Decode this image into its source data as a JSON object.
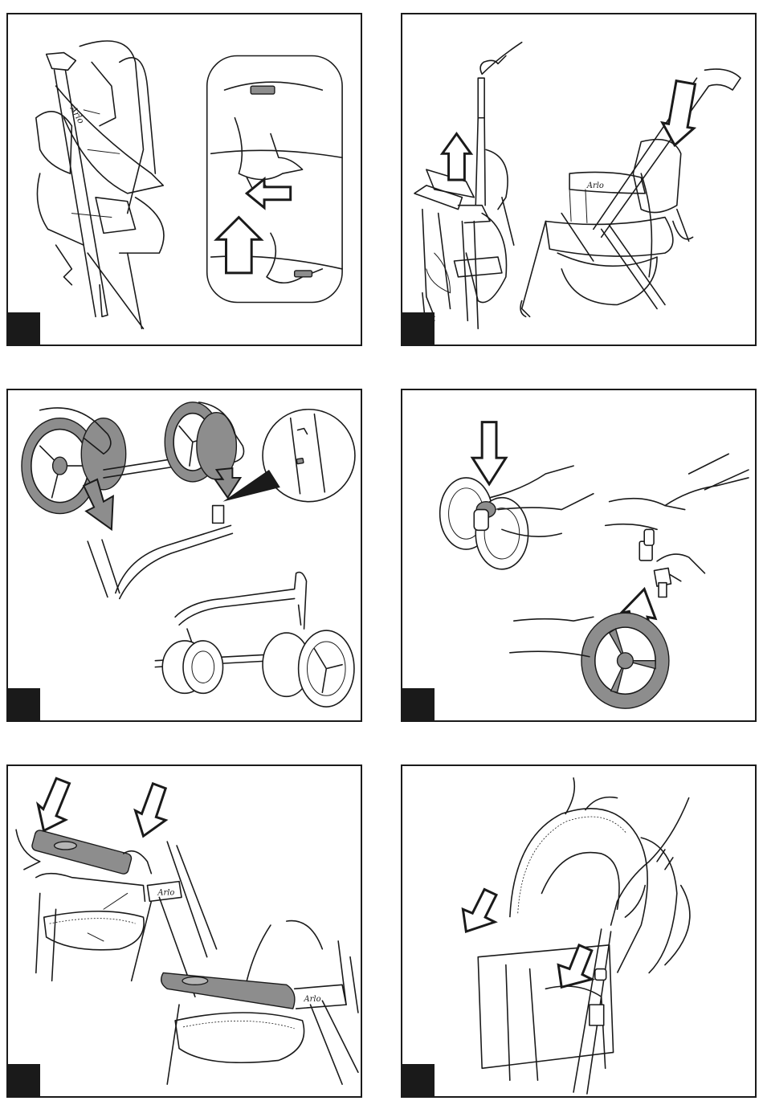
{
  "panels": [
    {
      "id": "1",
      "label": ""
    },
    {
      "id": "2",
      "label": ""
    },
    {
      "id": "3",
      "label": ""
    },
    {
      "id": "4",
      "label": ""
    },
    {
      "id": "5",
      "label": ""
    },
    {
      "id": "6",
      "label": ""
    }
  ],
  "colors": {
    "ink": "#1a1a1a",
    "part_highlight": "#8d8d8d",
    "background": "#ffffff"
  },
  "icons": [
    "arrow-up-icon",
    "arrow-down-icon",
    "arrow-left-icon",
    "hand-icon",
    "wheel-icon",
    "stroller-icon"
  ]
}
